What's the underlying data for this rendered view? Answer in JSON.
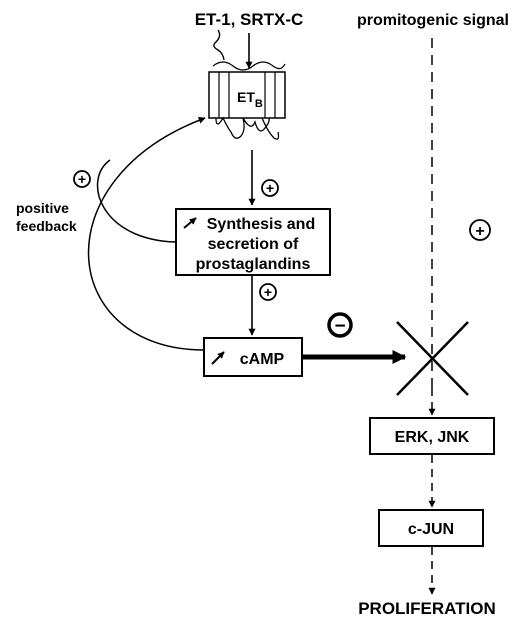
{
  "ligands": "ET-1, SRTX-C",
  "promitogenic_signal": "promitogenic signal",
  "receptor": {
    "main": "ET",
    "subscript": "B"
  },
  "plus_sign": "+",
  "minus_sign": "−",
  "feedback": {
    "line1": "positive",
    "line2": "feedback"
  },
  "synthesis_box": {
    "line1": "Synthesis and",
    "line2": "secretion of",
    "line3": "prostaglandins"
  },
  "camp_box": "cAMP",
  "erk_box": "ERK, JNK",
  "cjun_box": "c-JUN",
  "outcome": "PROLIFERATION",
  "increase_arrow_icon": "increase-arrow-icon",
  "block_icon": "x-block-icon"
}
